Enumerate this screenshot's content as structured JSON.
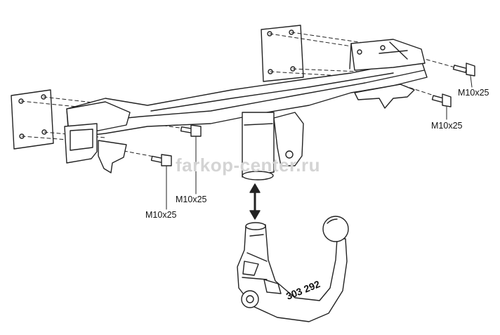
{
  "labels": {
    "bolt_right_top": "M10x25",
    "bolt_right_bottom": "M10x25",
    "bolt_center": "M10x25",
    "bolt_left": "M10x25"
  },
  "watermark": "farkop-center.ru",
  "part_number": "303 292"
}
